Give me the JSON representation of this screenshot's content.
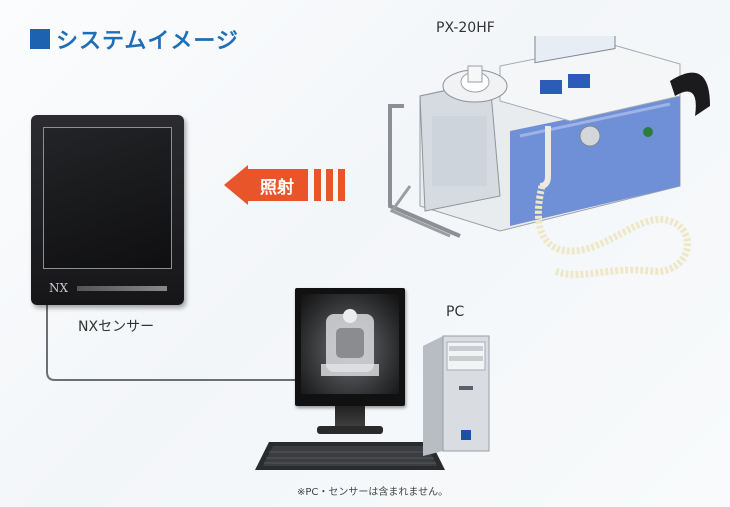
{
  "title": {
    "text": "システムイメージ"
  },
  "device": {
    "model_label": "PX-20HF"
  },
  "arrow": {
    "label": "照射"
  },
  "sensor": {
    "name_label": "NXセンサー",
    "logo_text": "NX"
  },
  "pc": {
    "label": "PC"
  },
  "footnote": {
    "text": "※PC・センサーは含まれません。"
  },
  "colors": {
    "title_blue": "#1f6fb8",
    "arrow_orange": "#e9552b",
    "device_blue": "#6f8fd6"
  }
}
